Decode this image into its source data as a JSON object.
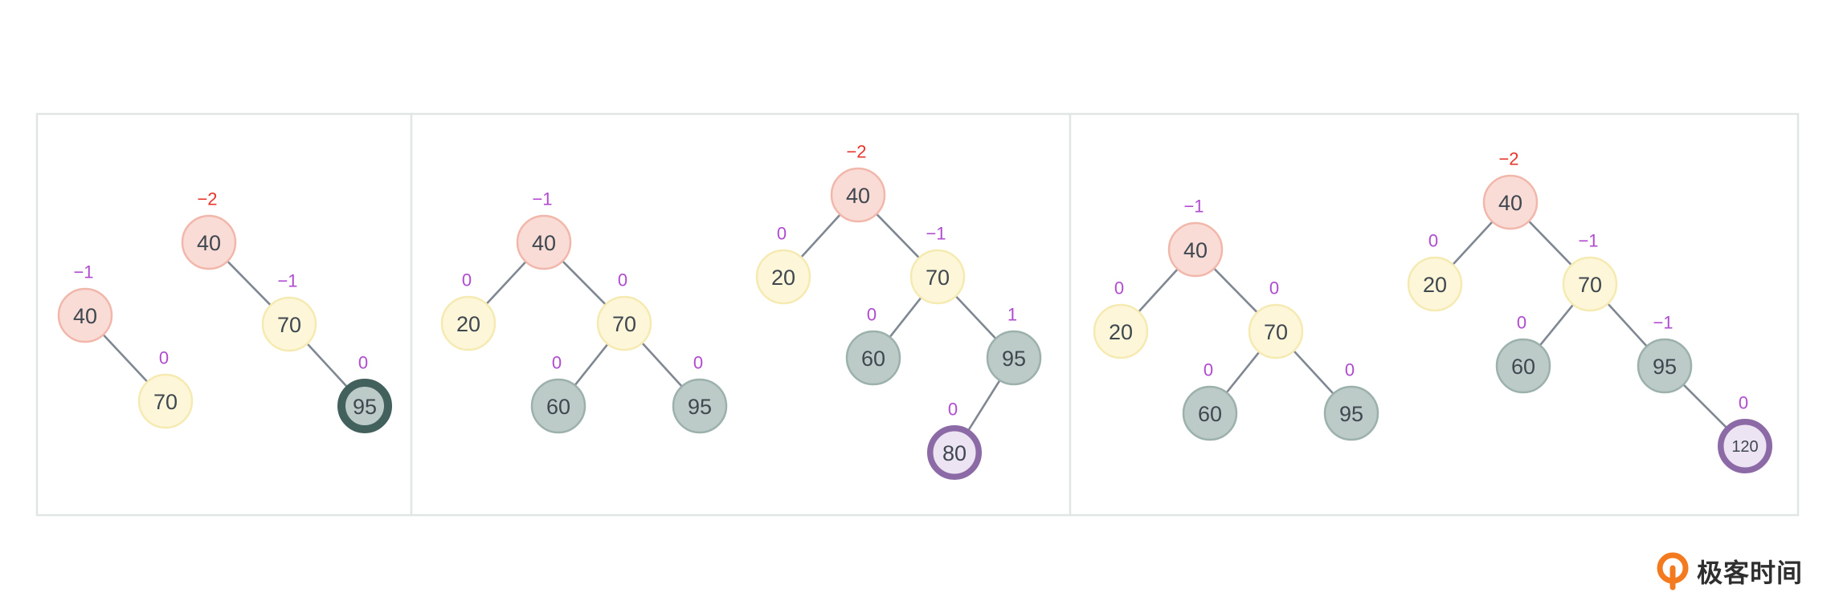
{
  "brand": {
    "name": "极客时间"
  },
  "colors": {
    "panel_border": "#dfe6e4",
    "edge": "#7f8792",
    "bf_red": "#e8362c",
    "bf_purple": "#b04bd0",
    "node_styles": {
      "red": {
        "fill": "#fadcd6",
        "stroke": "#f2b7ab"
      },
      "yellow": {
        "fill": "#fdf6d8",
        "stroke": "#f6eab3"
      },
      "gray": {
        "fill": "#bccbc8",
        "stroke": "#9cb0ac"
      },
      "dark": {
        "fill": "#bccbc8",
        "stroke": "#42605c"
      },
      "purple": {
        "fill": "#ece3f3",
        "stroke": "#8b6aa6"
      }
    }
  },
  "panels": [
    {
      "trees": [
        {
          "nodes": [
            {
              "id": "a",
              "value": "40",
              "balance": "−1",
              "style": "red"
            },
            {
              "id": "b",
              "value": "70",
              "balance": "0",
              "style": "yellow"
            }
          ],
          "edges": [
            [
              "a",
              "b"
            ]
          ]
        },
        {
          "nodes": [
            {
              "id": "a",
              "value": "40",
              "balance": "−2",
              "style": "red"
            },
            {
              "id": "b",
              "value": "70",
              "balance": "−1",
              "style": "yellow"
            },
            {
              "id": "c",
              "value": "95",
              "balance": "0",
              "style": "dark"
            }
          ],
          "edges": [
            [
              "a",
              "b"
            ],
            [
              "b",
              "c"
            ]
          ]
        }
      ]
    },
    {
      "trees": [
        {
          "nodes": [
            {
              "id": "a",
              "value": "40",
              "balance": "−1",
              "style": "red"
            },
            {
              "id": "b",
              "value": "20",
              "balance": "0",
              "style": "yellow"
            },
            {
              "id": "c",
              "value": "70",
              "balance": "0",
              "style": "yellow"
            },
            {
              "id": "d",
              "value": "60",
              "balance": "0",
              "style": "gray"
            },
            {
              "id": "e",
              "value": "95",
              "balance": "0",
              "style": "gray"
            }
          ],
          "edges": [
            [
              "a",
              "b"
            ],
            [
              "a",
              "c"
            ],
            [
              "c",
              "d"
            ],
            [
              "c",
              "e"
            ]
          ]
        },
        {
          "nodes": [
            {
              "id": "a",
              "value": "40",
              "balance": "−2",
              "style": "red"
            },
            {
              "id": "b",
              "value": "20",
              "balance": "0",
              "style": "yellow"
            },
            {
              "id": "c",
              "value": "70",
              "balance": "−1",
              "style": "yellow"
            },
            {
              "id": "d",
              "value": "60",
              "balance": "0",
              "style": "gray"
            },
            {
              "id": "e",
              "value": "95",
              "balance": "1",
              "style": "gray"
            },
            {
              "id": "f",
              "value": "80",
              "balance": "0",
              "style": "purple"
            }
          ],
          "edges": [
            [
              "a",
              "b"
            ],
            [
              "a",
              "c"
            ],
            [
              "c",
              "d"
            ],
            [
              "c",
              "e"
            ],
            [
              "e",
              "f"
            ]
          ]
        }
      ]
    },
    {
      "trees": [
        {
          "nodes": [
            {
              "id": "a",
              "value": "40",
              "balance": "−1",
              "style": "red"
            },
            {
              "id": "b",
              "value": "20",
              "balance": "0",
              "style": "yellow"
            },
            {
              "id": "c",
              "value": "70",
              "balance": "0",
              "style": "yellow"
            },
            {
              "id": "d",
              "value": "60",
              "balance": "0",
              "style": "gray"
            },
            {
              "id": "e",
              "value": "95",
              "balance": "0",
              "style": "gray"
            }
          ],
          "edges": [
            [
              "a",
              "b"
            ],
            [
              "a",
              "c"
            ],
            [
              "c",
              "d"
            ],
            [
              "c",
              "e"
            ]
          ]
        },
        {
          "nodes": [
            {
              "id": "a",
              "value": "40",
              "balance": "−2",
              "style": "red"
            },
            {
              "id": "b",
              "value": "20",
              "balance": "0",
              "style": "yellow"
            },
            {
              "id": "c",
              "value": "70",
              "balance": "−1",
              "style": "yellow"
            },
            {
              "id": "d",
              "value": "60",
              "balance": "0",
              "style": "gray"
            },
            {
              "id": "e",
              "value": "95",
              "balance": "−1",
              "style": "gray"
            },
            {
              "id": "f",
              "value": "120",
              "balance": "0",
              "style": "purple"
            }
          ],
          "edges": [
            [
              "a",
              "b"
            ],
            [
              "a",
              "c"
            ],
            [
              "c",
              "d"
            ],
            [
              "c",
              "e"
            ],
            [
              "e",
              "f"
            ]
          ]
        }
      ]
    }
  ]
}
